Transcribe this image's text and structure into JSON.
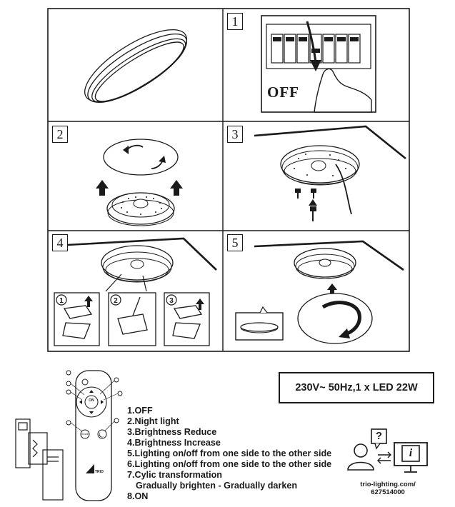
{
  "panels": [
    {
      "number": ""
    },
    {
      "number": "1"
    },
    {
      "number": "2"
    },
    {
      "number": "3"
    },
    {
      "number": "4"
    },
    {
      "number": "5"
    }
  ],
  "step1": {
    "off_label": "OFF"
  },
  "spec": {
    "text": "230V~ 50Hz,1 x LED 22W"
  },
  "remote": {
    "on_button": "ON",
    "mode_button": "mode",
    "brand_mark": "TRIO"
  },
  "legend": [
    "1.OFF",
    "2.Night light",
    "3.Brightness Reduce",
    "4.Brightness Increase",
    "5.Lighting on/off from one side to the other side",
    "6.Lighting on/off from one side to the other side",
    "7.Cylic transformation",
    "Gradually brighten - Gradually darken",
    "8.ON"
  ],
  "support": {
    "url_line1": "trio-lighting.com/",
    "url_line2": "627514000",
    "question_mark": "?",
    "info_mark": "i"
  },
  "icons": [
    "lamp-icon",
    "circuit-breaker-icon",
    "hand-icon",
    "arrow-up-icon",
    "screw-icon",
    "screwdriver-icon",
    "remote-control-icon",
    "battery-icon",
    "person-icon",
    "monitor-icon",
    "rotate-arrow-icon"
  ]
}
